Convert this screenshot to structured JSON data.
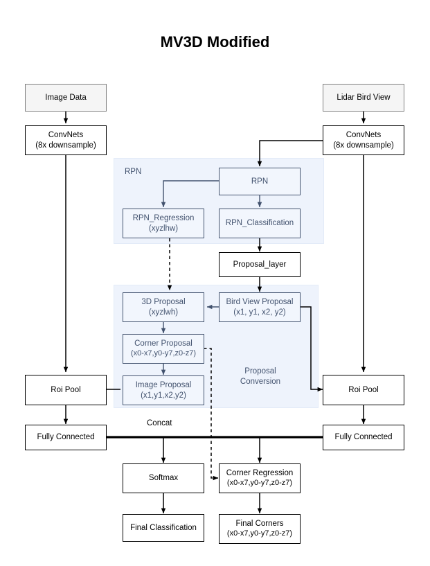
{
  "title": "MV3D Modified",
  "nodes": {
    "image_data": {
      "l1": "Image Data"
    },
    "lidar_bird_view": {
      "l1": "Lidar Bird View"
    },
    "convnets_left": {
      "l1": "ConvNets",
      "l2": "(8x downsample)"
    },
    "convnets_right": {
      "l1": "ConvNets",
      "l2": "(8x downsample)"
    },
    "rpn": {
      "l1": "RPN"
    },
    "rpn_regression": {
      "l1": "RPN_Regression",
      "l2": "(xyzlhw)"
    },
    "rpn_classification": {
      "l1": "RPN_Classification"
    },
    "proposal_layer": {
      "l1": "Proposal_layer"
    },
    "proposal_3d": {
      "l1": "3D Proposal",
      "l2": "(xyzlwh)"
    },
    "bird_view_proposal": {
      "l1": "Bird View Proposal",
      "l2": "(x1, y1, x2, y2)"
    },
    "corner_proposal": {
      "l1": "Corner Proposal",
      "l2": "(x0-x7,y0-y7,z0-z7)"
    },
    "image_proposal": {
      "l1": "Image Proposal",
      "l2": "(x1,y1,x2,y2)"
    },
    "roi_pool_left": {
      "l1": "Roi Pool"
    },
    "roi_pool_right": {
      "l1": "Roi Pool"
    },
    "fc_left": {
      "l1": "Fully Connected"
    },
    "fc_right": {
      "l1": "Fully Connected"
    },
    "softmax": {
      "l1": "Softmax"
    },
    "corner_regression": {
      "l1": "Corner Regression",
      "l2": "(x0-x7,y0-y7,z0-z7)"
    },
    "final_classification": {
      "l1": "Final Classification"
    },
    "final_corners": {
      "l1": "Final Corners",
      "l2": "(x0-x7,y0-y7,z0-z7)"
    }
  },
  "groups": {
    "rpn_group": {
      "label": "RPN"
    },
    "proposal_conversion": {
      "label_line1": "Proposal",
      "label_line2": "Conversion"
    }
  },
  "labels": {
    "concat": "Concat"
  },
  "colors": {
    "group_fill": "#eef3fc",
    "group_stroke": "#e3ebf8",
    "blue_node_fill": "#f2f6fd",
    "blue_node_stroke": "#42526e",
    "blue_text": "#42526e",
    "source_fill": "#f5f5f5",
    "source_stroke": "#808080",
    "plain_stroke": "#000000",
    "text": "#000000",
    "edge": "#000000"
  }
}
